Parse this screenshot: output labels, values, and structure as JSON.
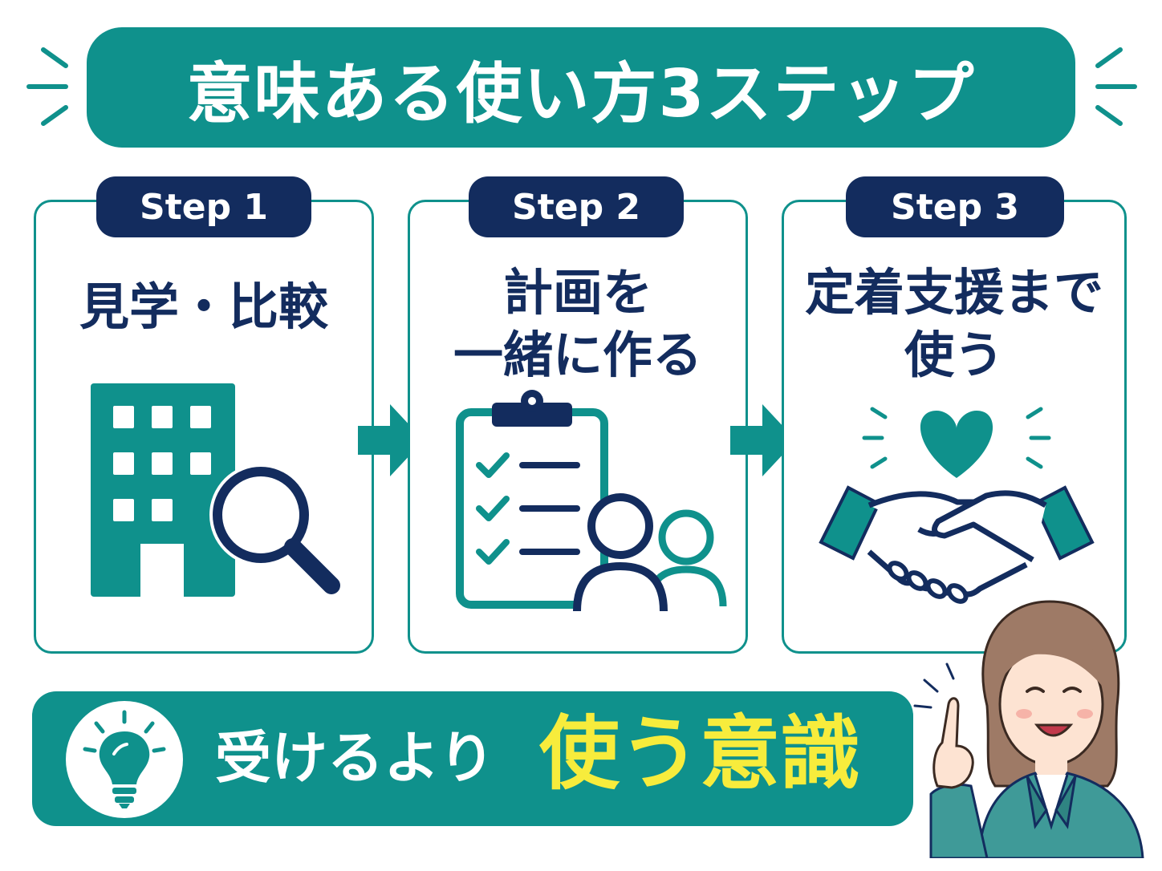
{
  "title": "意味ある使い方3ステップ",
  "steps": [
    {
      "label": "Step 1",
      "title_lines": [
        "見学・比較"
      ],
      "icon": "building-search-icon"
    },
    {
      "label": "Step 2",
      "title_lines": [
        "計画を",
        "一緒に作る"
      ],
      "icon": "clipboard-people-icon"
    },
    {
      "label": "Step 3",
      "title_lines": [
        "定着支援まで",
        "使う"
      ],
      "icon": "handshake-heart-icon"
    }
  ],
  "bottom": {
    "text_plain": "受けるより",
    "text_highlight": "使う意識",
    "icon": "lightbulb-icon"
  },
  "colors": {
    "teal": "#0f918c",
    "navy": "#132c5e",
    "yellow": "#f7ec3c",
    "white": "#ffffff"
  }
}
